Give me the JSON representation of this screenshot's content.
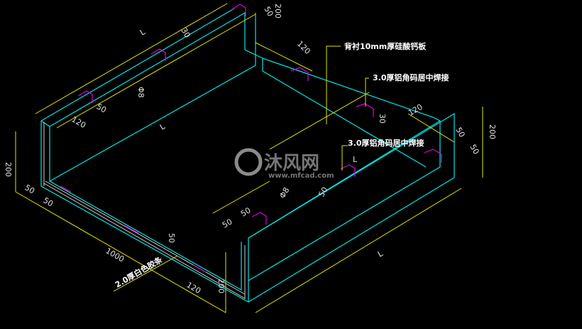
{
  "colors": {
    "background": "#000000",
    "outline": "#00e5e5",
    "dimension": "#e5e500",
    "bracket": "#e000e0",
    "text": "#ffffff",
    "watermark": "#8a8a8a"
  },
  "notes": {
    "backing": "背衬10mm厚硅酸钙板",
    "weld_top": "3.0厚铝角码居中焊接",
    "weld_mid": "3.0厚铝角码居中焊接",
    "strip": "2.0厚白色胶条"
  },
  "dims": {
    "top_L": "L",
    "top_30": "30",
    "top_50": "50",
    "top_200": "200",
    "top_120": "120",
    "left_120": "120",
    "left_50": "50",
    "left_L": "L",
    "left_200": "200",
    "left_50a": "50",
    "left_50b": "50",
    "center_phi": "Φ8",
    "center_phi2": "Φ8",
    "mid_50": "50",
    "mid_L": "L",
    "mid_30": "30",
    "right_120": "120",
    "right_200": "200",
    "right_50a": "50",
    "right_50b": "50",
    "front_50a": "50",
    "front_50b": "50",
    "front_1000": "1000",
    "front_50": "50",
    "front_120": "120",
    "front_200": "200",
    "front_L": "L"
  },
  "watermark": {
    "brand": "沐风网",
    "url": "www.mfcad.com"
  }
}
